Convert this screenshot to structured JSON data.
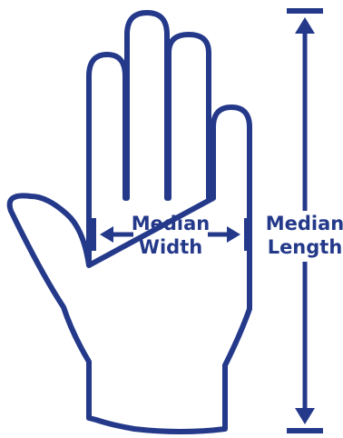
{
  "colors": {
    "ink": "#24398a",
    "background": "#ffffff"
  },
  "labels": {
    "width_line1": "Median",
    "width_line2": "Width",
    "length_line1": "Median",
    "length_line2": "Length"
  }
}
